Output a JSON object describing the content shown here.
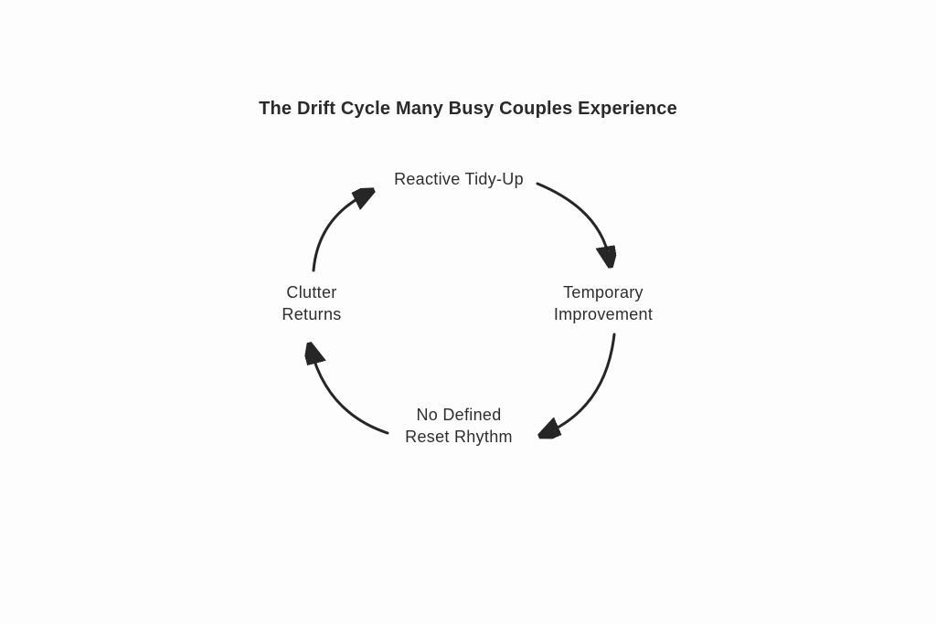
{
  "title": "The Drift Cycle Many Busy Couples Experience",
  "diagram": {
    "type": "cycle",
    "direction": "clockwise",
    "nodes": [
      {
        "id": "reactive-tidy-up",
        "label": "Reactive Tidy-Up",
        "position": "top"
      },
      {
        "id": "temporary-improvement",
        "label": "Temporary\nImprovement",
        "position": "right"
      },
      {
        "id": "no-defined-reset-rhythm",
        "label": "No Defined\nReset Rhythm",
        "position": "bottom"
      },
      {
        "id": "clutter-returns",
        "label": "Clutter\nReturns",
        "position": "left"
      }
    ],
    "edges": [
      {
        "from": "reactive-tidy-up",
        "to": "temporary-improvement"
      },
      {
        "from": "temporary-improvement",
        "to": "no-defined-reset-rhythm"
      },
      {
        "from": "no-defined-reset-rhythm",
        "to": "clutter-returns"
      },
      {
        "from": "clutter-returns",
        "to": "reactive-tidy-up"
      }
    ],
    "colors": {
      "background": "#fdfdfd",
      "text": "#2e2e2e",
      "title_text": "#2a2a2a",
      "arrow": "#262626"
    }
  }
}
